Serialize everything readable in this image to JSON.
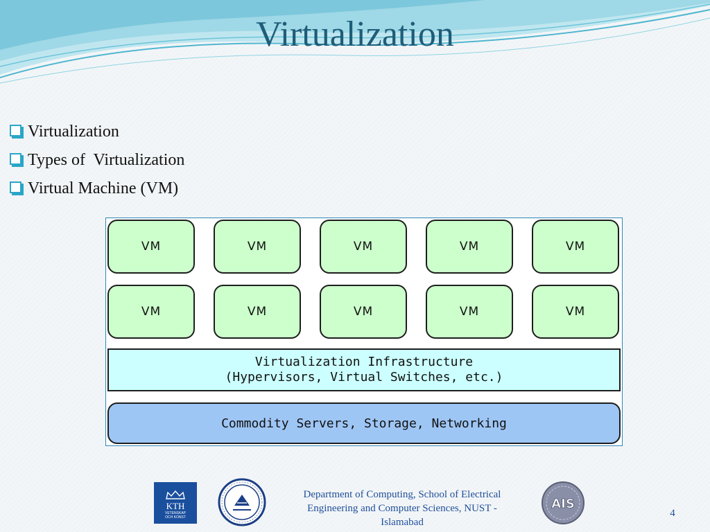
{
  "slide": {
    "title": "Virtualization",
    "page_number": "4"
  },
  "bullets": [
    "Virtualization",
    "Types of  Virtualization",
    "Virtual Machine (VM)"
  ],
  "diagram": {
    "vm_rows": [
      [
        "VM",
        "VM",
        "VM",
        "VM",
        "VM"
      ],
      [
        "VM",
        "VM",
        "VM",
        "VM",
        "VM"
      ]
    ],
    "infrastructure": {
      "line1": "Virtualization Infrastructure",
      "line2": "(Hypervisors, Virtual Switches, etc.)"
    },
    "hardware": "Commodity Servers, Storage, Networking",
    "colors": {
      "vm_fill": "#ccffcc",
      "infra_fill": "#ccffff",
      "hardware_fill": "#9ec6f5"
    }
  },
  "footer": {
    "line1": "Department of Computing, School of Electrical",
    "line2": "Engineering and Computer Sciences, NUST -",
    "line3": "Islamabad"
  },
  "logos": {
    "kth": {
      "name": "KTH",
      "sub1": "VETENSKAP",
      "sub2": "OCH KONST"
    },
    "ais": "AIS"
  }
}
